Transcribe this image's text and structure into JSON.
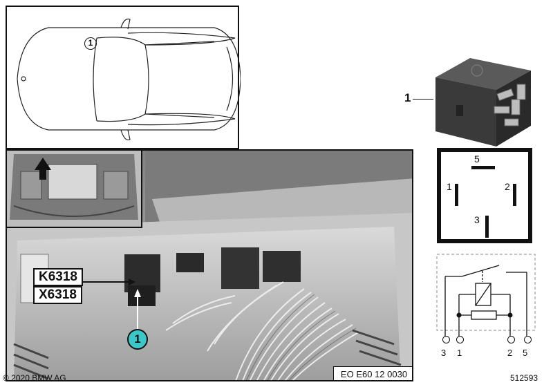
{
  "callout_number": "1",
  "part_label": "1",
  "component_labels": {
    "relay": "K6318",
    "connector": "X6318"
  },
  "pin_layout": [
    {
      "pin": "5"
    },
    {
      "pin": "1"
    },
    {
      "pin": "2"
    },
    {
      "pin": "3"
    }
  ],
  "schematic_terminals": [
    "3",
    "1",
    "2",
    "5"
  ],
  "reference_code": "EO E60 12 0030",
  "copyright": "© 2020 BMW AG",
  "diagram_number": "512593",
  "colors": {
    "callout_fill": "#3cc8c8",
    "ink": "#111111",
    "photo_bg": "#9a9a9a",
    "dashed": "#888888"
  }
}
